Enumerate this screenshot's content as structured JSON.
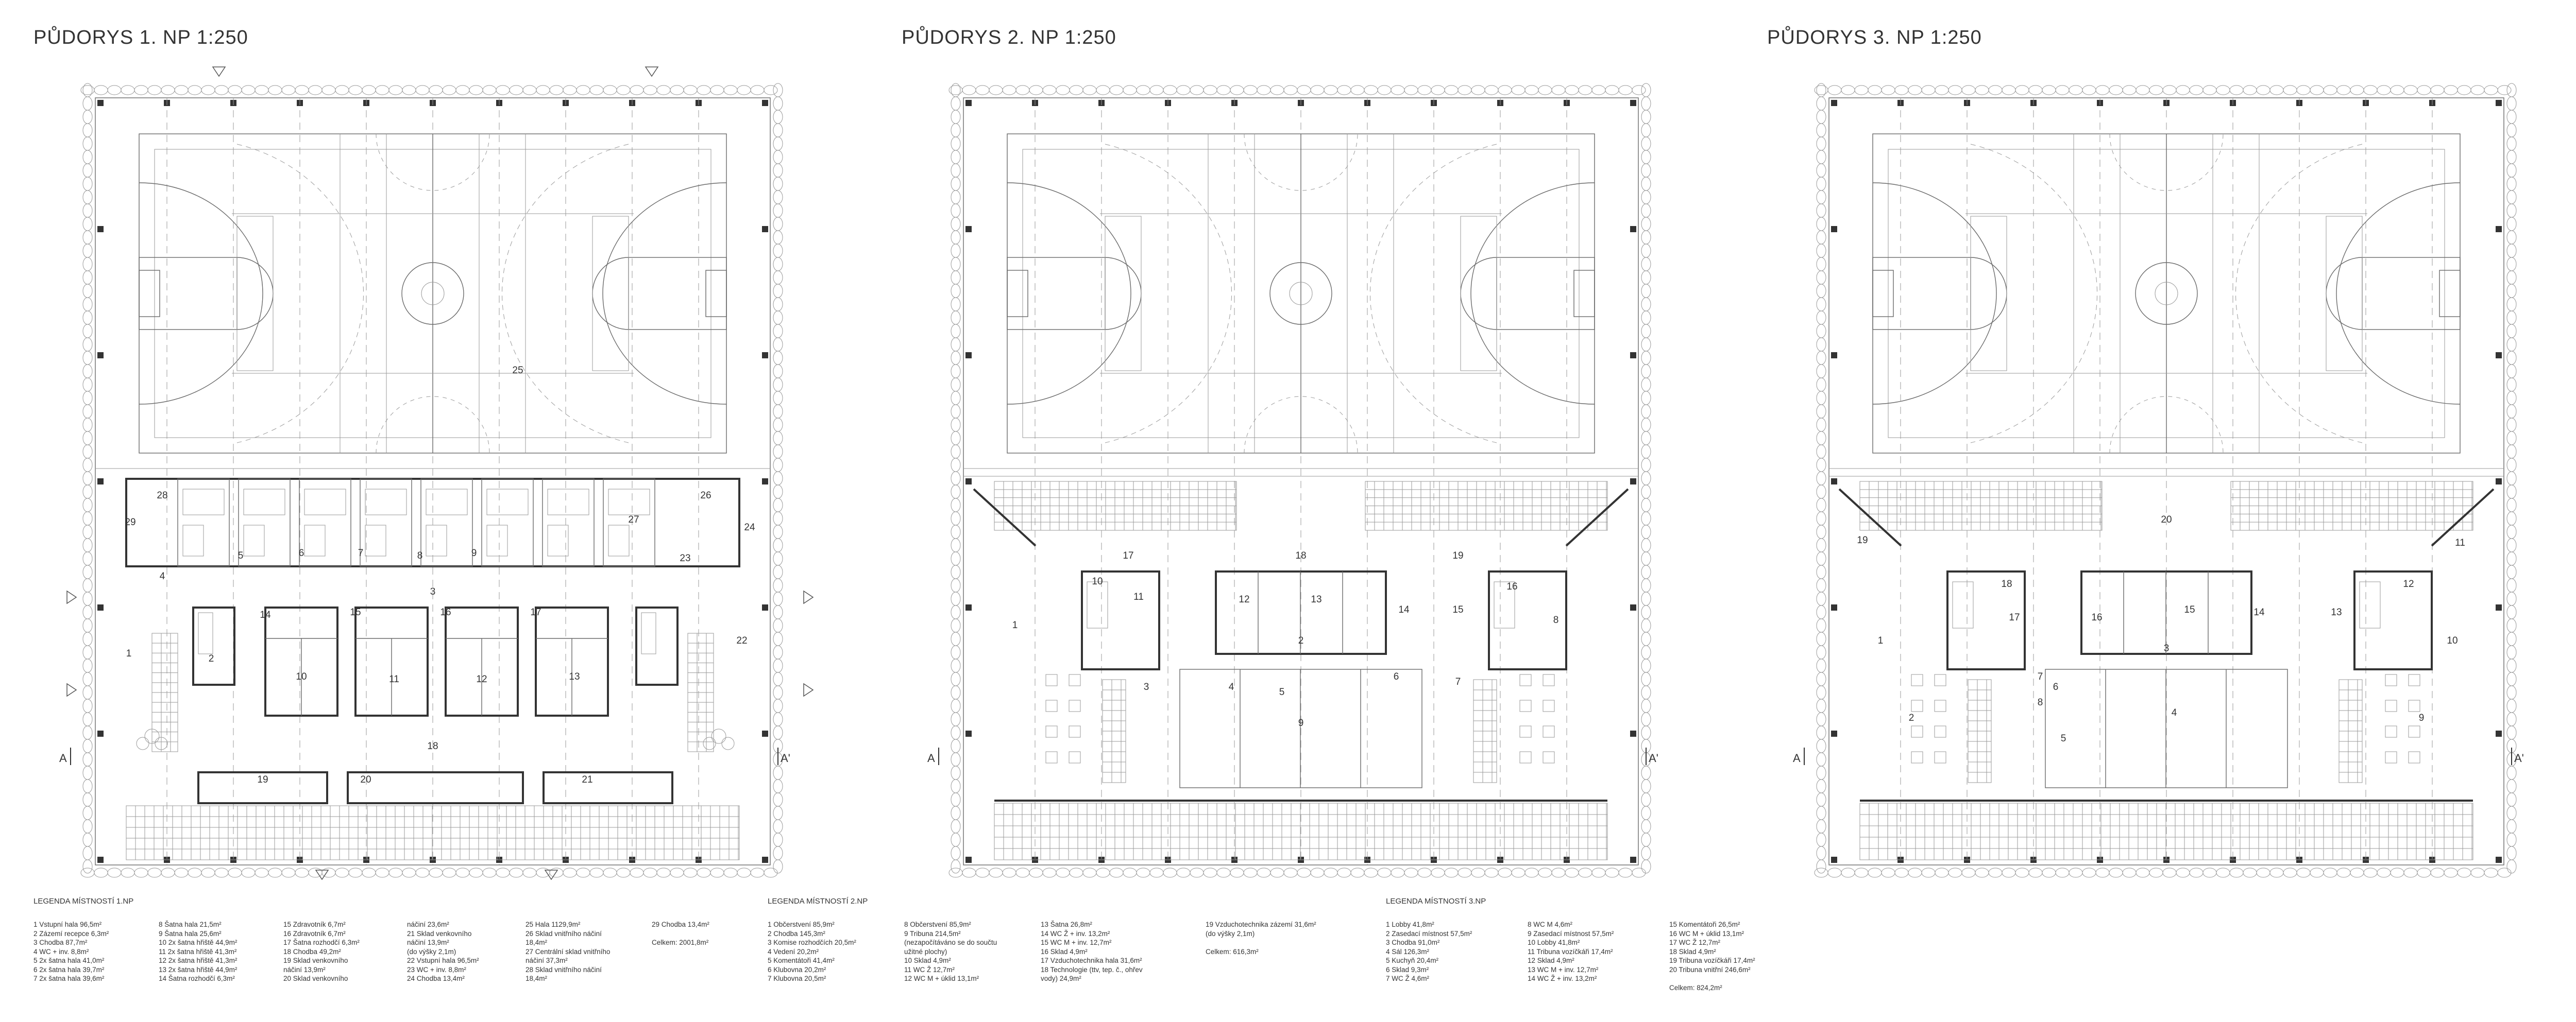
{
  "titles": {
    "p1": "PŮDORYS 1. NP 1:250",
    "p2": "PŮDORYS 2. NP 1:250",
    "p3": "PŮDORYS 3. NP 1:250"
  },
  "section_markers": {
    "left": "A",
    "right": "A'"
  },
  "rooms": {
    "p1": [
      "1",
      "2",
      "3",
      "4",
      "5",
      "6",
      "7",
      "8",
      "9",
      "10",
      "11",
      "12",
      "13",
      "14",
      "15",
      "16",
      "17",
      "18",
      "19",
      "20",
      "21",
      "22",
      "23",
      "24",
      "25",
      "26",
      "27",
      "28",
      "29"
    ],
    "p2": [
      "1",
      "2",
      "3",
      "4",
      "5",
      "6",
      "7",
      "8",
      "9",
      "10",
      "11",
      "12",
      "13",
      "14",
      "15",
      "16",
      "17",
      "18",
      "19"
    ],
    "p3": [
      "1",
      "2",
      "3",
      "4",
      "5",
      "6",
      "7",
      "8",
      "9",
      "10",
      "11",
      "12",
      "13",
      "14",
      "15",
      "16",
      "17",
      "18",
      "19",
      "20"
    ]
  },
  "legend1": {
    "title": "LEGENDA MÍSTNOSTÍ 1.NP",
    "col1": [
      "1 Vstupní hala 96,5m²",
      "2 Zázemí recepce 6,3m²",
      "3 Chodba 87,7m²",
      "4 WC + inv. 8,8m²",
      "5 2x šatna hala 41,0m²",
      "6 2x šatna hala 39,7m²",
      "7 2x šatna hala 39,6m²"
    ],
    "col2": [
      "8 Šatna hala 21,5m²",
      "9 Šatna hala 25,6m²",
      "10 2x šatna hřiště 44,9m²",
      "11 2x šatna hřiště 41,3m²",
      "12 2x šatna hřiště 41,3m²",
      "13 2x šatna hřiště 44,9m²",
      "14 Šatna rozhodčí 6,3m²"
    ],
    "col3": [
      "15 Zdravotník 6,7m²",
      "16 Zdravotník 6,7m²",
      "17 Šatna rozhodčí 6,3m²",
      "18 Chodba 49,2m²",
      "19 Sklad venkovního",
      "náčiní 13,9m²",
      "20 Sklad venkovního"
    ],
    "col4": [
      "náčiní 23,6m²",
      "21 Sklad venkovního",
      "náčiní 13,9m²",
      "(do výšky 2,1m)",
      "22 Vstupní hala 96,5m²",
      "23 WC + inv. 8,8m²",
      "24 Chodba 13,4m²"
    ],
    "col5": [
      "25 Hala 1129,9m²",
      "26 Sklad vnitřního náčiní",
      "18,4m²",
      "27 Centrální sklad vnitřního",
      "náčiní 37,3m²",
      "28 Sklad vnitřního náčiní",
      "18,4m²"
    ],
    "col6": [
      "29 Chodba 13,4m²",
      "",
      "Celkem: 2001,8m²"
    ]
  },
  "legend2": {
    "title": "LEGENDA MÍSTNOSTÍ 2.NP",
    "col1": [
      "1 Občerstvení 85,9m²",
      "2 Chodba 145,3m²",
      "3 Komise rozhodčích 20,5m²",
      "4 Vedení 20,2m²",
      "5 Komentátoři 41,4m²",
      "6 Klubovna 20,2m²",
      "7 Klubovna 20,5m²"
    ],
    "col2": [
      "8 Občerstvení 85,9m²",
      "9 Tribuna 214,5m²",
      "(nezapočítáváno se do součtu",
      "užitné plochy)",
      "10 Sklad 4,9m²",
      "11 WC Ž 12,7m²",
      "12 WC M + úklid 13,1m²"
    ],
    "col3": [
      "13 Šatna 26,8m²",
      "14 WC Ž + inv. 13,2m²",
      "15 WC M + inv. 12,7m²",
      "16 Sklad 4,9m²",
      "17 Vzduchotechnika hala 31,6m²",
      "18 Technologie (ttv, tep. č., ohřev",
      "vody) 24,9m²"
    ],
    "col4": [
      "19 Vzduchotechnika zázemí 31,6m²",
      "(do výšky 2,1m)",
      "",
      "Celkem: 616,3m²"
    ]
  },
  "legend3": {
    "title": "LEGENDA MÍSTNOSTÍ 3.NP",
    "col1": [
      "1 Lobby 41,8m²",
      "2 Zasedací místnost 57,5m²",
      "3 Chodba 91,0m²",
      "4 Sál 126,3m²",
      "5 Kuchyň 20,4m²",
      "6 Sklad 9,3m²",
      "7 WC Ž 4,6m²"
    ],
    "col2": [
      "8 WC M 4,6m²",
      "9 Zasedací místnost 57,5m²",
      "10 Lobby 41,8m²",
      "11 Tribuna vozíčkáři 17,4m²",
      "12 Sklad 4,9m²",
      "13 WC M + inv. 12,7m²",
      "14 WC Ž + inv. 13,2m²"
    ],
    "col3": [
      "15 Komentátoři 26,5m²",
      "16 WC M + úklid 13,1m²",
      "17 WC Ž 12,7m²",
      "18 Sklad 4,9m²",
      "19 Tribuna vozíčkáři 17,4m²",
      "20 Tribuna vnitřní 246,6m²",
      "",
      "Celkem: 824,2m²"
    ]
  }
}
